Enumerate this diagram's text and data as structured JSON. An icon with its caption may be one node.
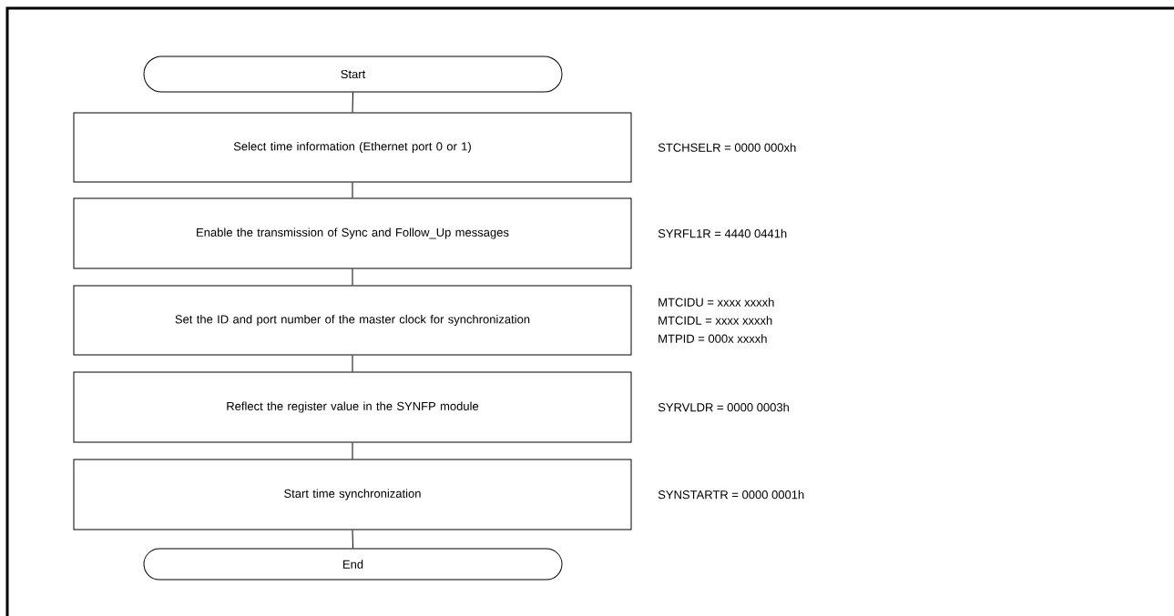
{
  "diagram": {
    "nodes": [
      {
        "text": [
          "Start"
        ]
      },
      {
        "text": [
          "Select time information (Ethernet port 0 or 1)"
        ],
        "beside": [
          "STCHSELR = 0000 000xh"
        ]
      },
      {
        "text": [
          "Enable the transmission of Sync and Follow_Up messages"
        ],
        "beside": [
          "SYRFL1R = 4440 0441h"
        ]
      },
      {
        "text": [
          "Set the ID and port number of the master clock for synchronization"
        ],
        "beside": [
          "MTCIDU = xxxx xxxxh",
          "MTCIDL = xxxx xxxxh",
          "MTPID = 000x xxxxh"
        ]
      },
      {
        "text": [
          "Reflect the register value in the SYNFP module"
        ],
        "beside": [
          "SYRVLDR = 0000 0003h"
        ]
      },
      {
        "text": [
          "Start time synchronization"
        ],
        "beside": [
          "SYNSTARTR = 0000 0001h"
        ]
      },
      {
        "text": [
          "End"
        ]
      }
    ],
    "edges": [
      {
        "from": 0,
        "to": 1,
        "arrow": "none"
      },
      {
        "from": 1,
        "to": 2,
        "arrow": "none"
      },
      {
        "from": 2,
        "to": 3,
        "arrow": "none"
      },
      {
        "from": 3,
        "to": 4,
        "arrow": "none"
      },
      {
        "from": 4,
        "to": 5,
        "arrow": "none"
      },
      {
        "from": 5,
        "to": 6,
        "arrow": "none"
      }
    ]
  }
}
